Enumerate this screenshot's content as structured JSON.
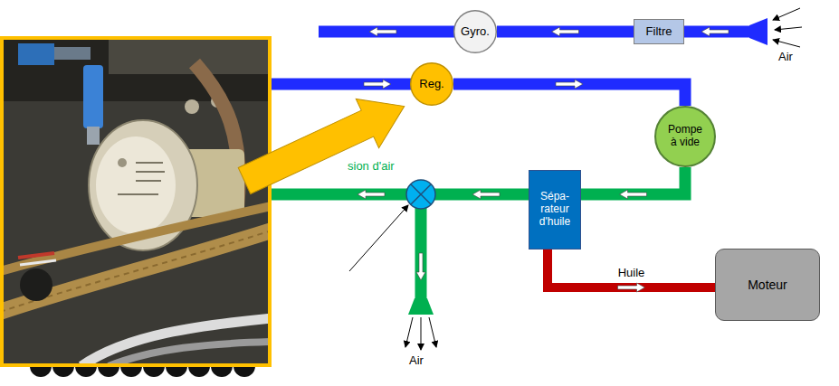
{
  "diagram": {
    "nodes": [
      {
        "text": [
          "Gyro."
        ]
      },
      {
        "text": [
          "Filtre"
        ]
      },
      {
        "text": [
          "Reg."
        ]
      },
      {
        "text": [
          "Pompe à vide"
        ]
      },
      {
        "text": [
          "Sépa- rateur d'huile"
        ]
      },
      {
        "text": [
          "Moteur"
        ]
      }
    ],
    "edges": [
      {
        "from": 1,
        "to": 0,
        "arrow": "to"
      },
      {
        "from": 2,
        "to": 3,
        "arrow": "to"
      },
      {
        "from": 3,
        "to": 4,
        "arrow": "to"
      },
      {
        "from": 4,
        "to": 5,
        "label": "Huile",
        "arrow": "to"
      }
    ],
    "labels": [
      "Air",
      "sion d'air",
      "Air"
    ]
  }
}
